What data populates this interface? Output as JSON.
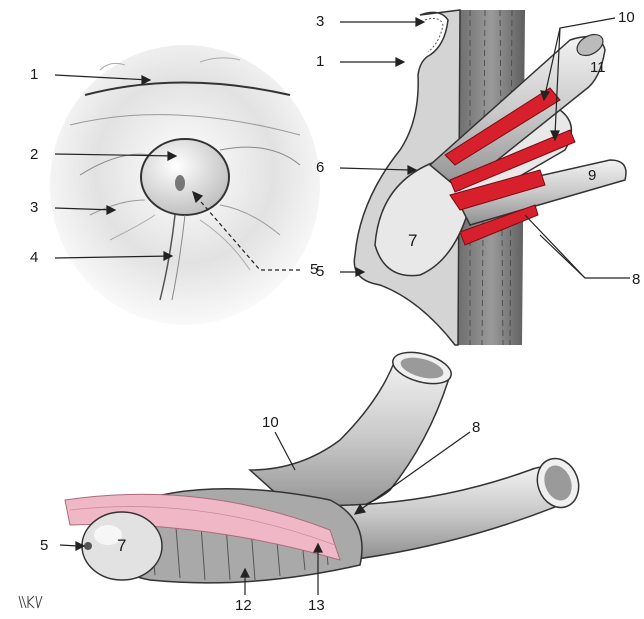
{
  "labels": {
    "panel_a": {
      "l1": "1",
      "l2": "2",
      "l3": "3",
      "l4": "4",
      "l5": "5"
    },
    "panel_b": {
      "l3": "3",
      "l1": "1",
      "l10": "10",
      "l11": "11",
      "l6": "6",
      "l9": "9",
      "l7": "7",
      "l5": "5",
      "l8": "8"
    },
    "panel_c": {
      "l10": "10",
      "l8": "8",
      "l5": "5",
      "l7": "7",
      "l12": "12",
      "l13": "13"
    }
  },
  "colors": {
    "muscle_red": "#d81f2c",
    "tissue_gray": "#cfcfcf",
    "dark_gray": "#7a7a7a",
    "pink_band": "#f0b8c6"
  }
}
